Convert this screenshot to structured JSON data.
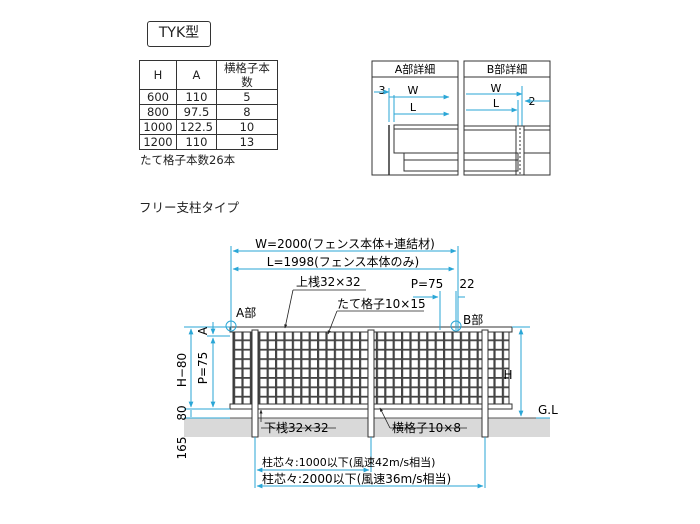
{
  "header": {
    "model_label": "TYK型"
  },
  "spec_table": {
    "headers": [
      "H",
      "A",
      "横格子本数"
    ],
    "rows": [
      [
        "600",
        "110",
        "5"
      ],
      [
        "800",
        "97.5",
        "8"
      ],
      [
        "1000",
        "122.5",
        "10"
      ],
      [
        "1200",
        "110",
        "13"
      ]
    ]
  },
  "note": "たて格子本数26本",
  "detail_a": {
    "title": "A部詳細",
    "dim_3": "3",
    "dim_w": "W",
    "dim_l": "L"
  },
  "detail_b": {
    "title": "B部詳細",
    "dim_w": "W",
    "dim_l": "L",
    "dim_2": "2"
  },
  "section_title": "フリー支柱タイプ",
  "dims": {
    "w": "W=2000(フェンス本体+連結材)",
    "l": "L=1998(フェンス本体のみ)",
    "p_top": "P=75",
    "n22": "22",
    "top_rail": "上桟32×32",
    "vbar": "たて格子10×15",
    "a_part": "A部",
    "b_part": "B部",
    "a": "A",
    "p_left": "P=75",
    "h80": "H−80",
    "n80": "80",
    "n165": "165",
    "h": "H",
    "gl": "G.L",
    "bottom_rail": "下桟32×32",
    "hbar": "横格子10×8",
    "pitch1": "柱芯々:1000以下(風速42m/s相当)",
    "pitch2": "柱芯々:2000以下(風速36m/s相当)"
  }
}
